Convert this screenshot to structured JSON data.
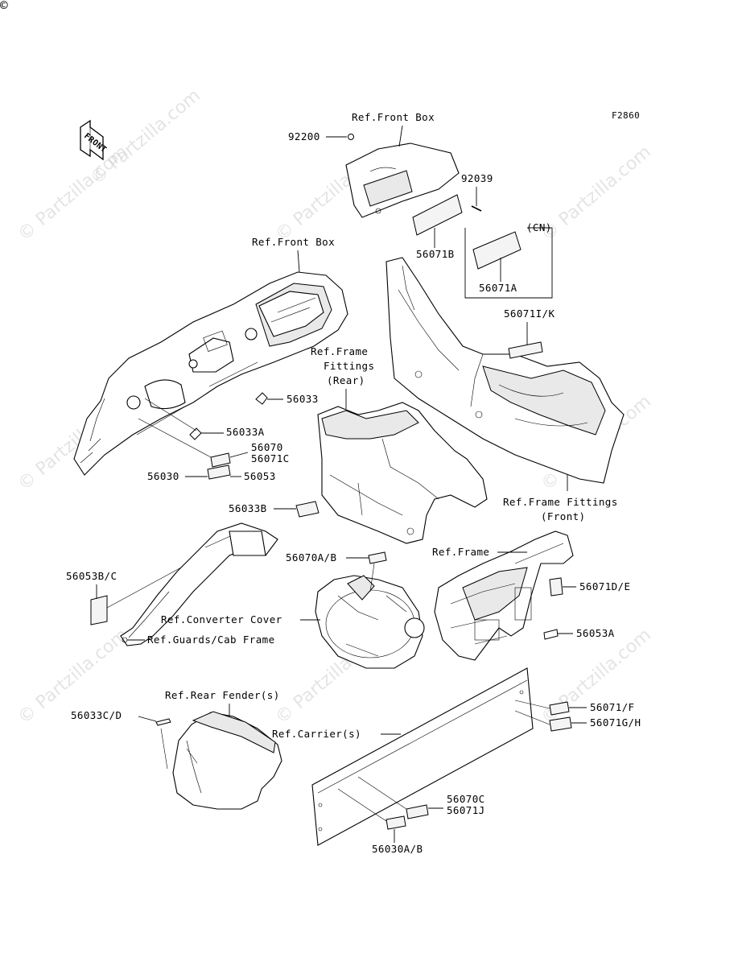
{
  "diagram_code": "F2860",
  "corner_mark": "©",
  "watermark_text": "© Partzilla.com",
  "front_arrow_label": "FRONT",
  "cn_box_label": "(CN)",
  "labels": {
    "ref_front_box_top": "Ref.Front Box",
    "p92200": "92200",
    "p92039": "92039",
    "p56071B": "56071B",
    "p56071A": "56071A",
    "ref_front_box_left": "Ref.Front Box",
    "p56071IK": "56071I/K",
    "ref_frame_fittings_rear_1": "Ref.Frame",
    "ref_frame_fittings_rear_2": "Fittings",
    "ref_frame_fittings_rear_3": "(Rear)",
    "p56033": "56033",
    "p56033A": "56033A",
    "p56070": "56070",
    "p56071C": "56071C",
    "p56030": "56030",
    "p56053": "56053",
    "ref_frame_fittings_front_1": "Ref.Frame Fittings",
    "ref_frame_fittings_front_2": "(Front)",
    "p56033B": "56033B",
    "ref_frame": "Ref.Frame",
    "p56070AB": "56070A/B",
    "p56053BC": "56053B/C",
    "p56071DE": "56071D/E",
    "ref_converter_cover": "Ref.Converter Cover",
    "ref_guards_cab_frame": "Ref.Guards/Cab Frame",
    "p56053A": "56053A",
    "ref_rear_fenders": "Ref.Rear Fender(s)",
    "p56071F": "56071/F",
    "p56033CD": "56033C/D",
    "ref_carriers": "Ref.Carrier(s)",
    "p56071GH": "56071G/H",
    "p56070C": "56070C",
    "p56071J": "56071J",
    "p56030AB": "56030A/B"
  }
}
